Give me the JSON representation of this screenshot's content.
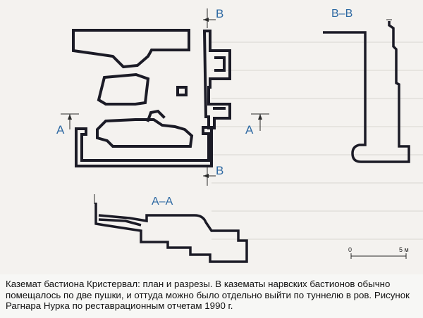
{
  "markers": {
    "b_top": "B",
    "b_bottom": "B",
    "a_left": "A",
    "a_right": "A"
  },
  "section_labels": {
    "bb": "B–B",
    "aa": "A–A"
  },
  "scale": {
    "start": "0",
    "end": "5 м"
  },
  "caption": "Каземат бастиона Кристервал: план и разрезы. В казематы нарвских бастионов обычно помещалось по две пушки, и оттуда можно было отдельно выйти по туннелю в ров. Рисунок Рагнара Нурка по реставрационным отчетам 1990 г."
}
